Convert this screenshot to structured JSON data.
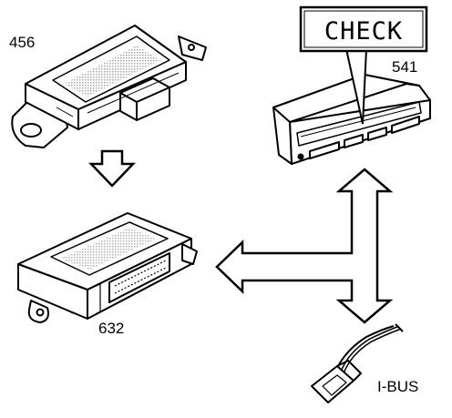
{
  "diagram": {
    "components": [
      {
        "id": "module_456",
        "label": "456",
        "icon": "control-module-icon"
      },
      {
        "id": "display_541",
        "label": "541",
        "icon": "instrument-display-icon"
      },
      {
        "id": "module_632",
        "label": "632",
        "icon": "control-module-icon"
      },
      {
        "id": "connector_ibus",
        "label": "I-BUS",
        "icon": "bus-connector-icon"
      }
    ],
    "display_callout": "CHECK",
    "arrows": [
      {
        "from": "456",
        "to": "632",
        "style": "hollow-down"
      },
      {
        "from": "541",
        "to": "I-BUS",
        "style": "hollow-bidirectional-vertical"
      },
      {
        "from": "junction",
        "to": "632",
        "style": "hollow-left"
      }
    ],
    "colors": {
      "line": "#000000",
      "background": "#ffffff"
    }
  }
}
